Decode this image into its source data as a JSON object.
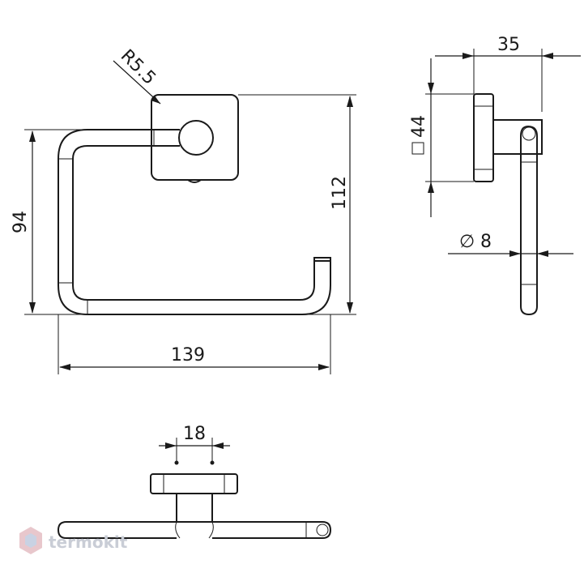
{
  "dimensions": {
    "radius": "R5.5",
    "total_height": "112",
    "ring_height": "94",
    "width": "139",
    "depth": "35",
    "plate_size": "44",
    "rod_diameter": "8",
    "post_spacing": "18"
  },
  "symbols": {
    "square": "□",
    "diameter": "∅"
  },
  "watermark": {
    "brand": "termokit",
    "logo_icon": "hexagon-logo-icon"
  }
}
